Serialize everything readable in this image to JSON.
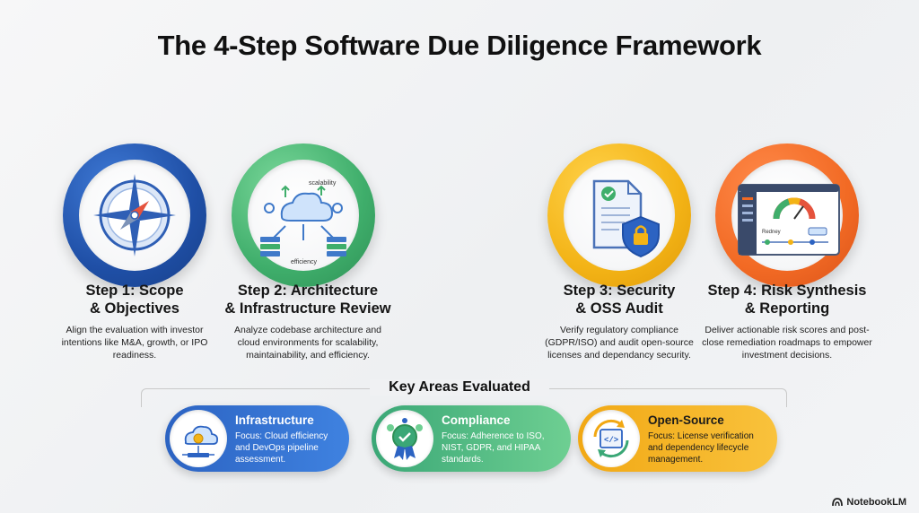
{
  "title": "The 4-Step Software Due Diligence Framework",
  "steps": [
    {
      "title_line1": "Step 1: Scope",
      "title_line2": "& Objectives",
      "desc": "Align the evaluation with investor intentions like M&A, growth, or IPO readiness.",
      "icon": "compass-icon",
      "color": "#1f4fa6"
    },
    {
      "title_line1": "Step 2: Architecture",
      "title_line2": "& Infrastructure Review",
      "desc": "Analyze codebase architecture and cloud environments for scalability, maintainability, and efficiency.",
      "icon": "cloud-architecture-icon",
      "icon_label_top": "scalability",
      "icon_label_bottom": "efficiency",
      "color": "#3fae6b"
    },
    {
      "title_line1": "Step 3: Security",
      "title_line2": "& OSS Audit",
      "desc": "Verify regulatory compliance (GDPR/ISO) and audit open-source licenses and dependancy security.",
      "icon": "document-lock-icon",
      "color": "#f3b316"
    },
    {
      "title_line1": "Step 4: Risk Synthesis",
      "title_line2": "& Reporting",
      "desc": "Deliver actionable risk scores and post-close remediation roadmaps to empower investment decisions.",
      "icon": "dashboard-gauge-icon",
      "icon_label": "Redney",
      "color": "#f26a24"
    }
  ],
  "key_areas": {
    "title": "Key Areas Evaluated",
    "items": [
      {
        "title": "Infrastructure",
        "desc": "Focus: Cloud efficiency and DevOps pipeline assessment.",
        "icon": "cloud-gear-icon",
        "color": "#2c63c2"
      },
      {
        "title": "Compliance",
        "desc": "Focus: Adherence to ISO, NIST, GDPR, and HIPAA standards.",
        "icon": "award-ribbon-icon",
        "color": "#3aa776"
      },
      {
        "title": "Open-Source",
        "desc": "Focus: License verification and dependency lifecycle management.",
        "icon": "code-cycle-icon",
        "color": "#f1a814"
      }
    ]
  },
  "brand": "NotebookLM"
}
